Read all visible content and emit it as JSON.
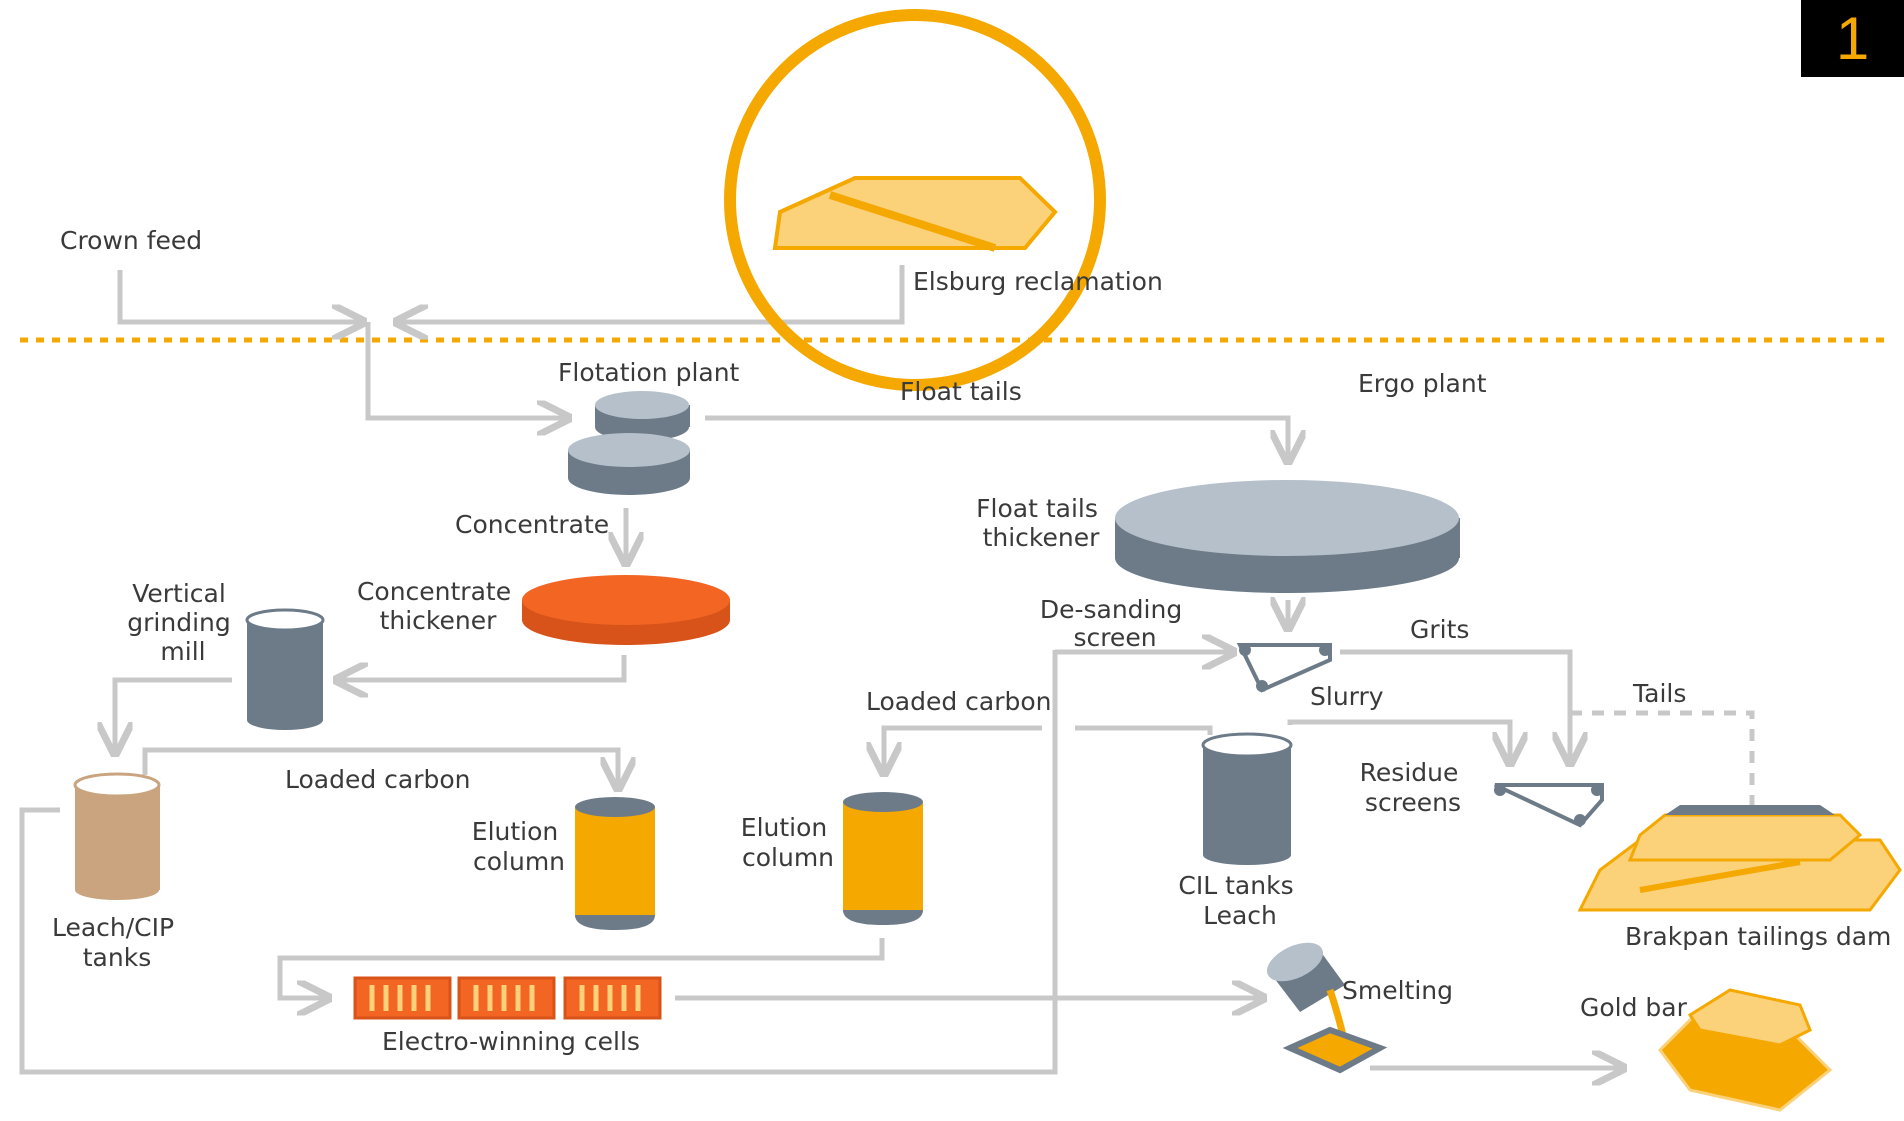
{
  "badge": "1",
  "labels": {
    "crown_feed": "Crown feed",
    "elsburg": "Elsburg reclamation",
    "flotation_plant": "Flotation plant",
    "float_tails": "Float tails",
    "ergo_plant": "Ergo plant",
    "concentrate": "Concentrate",
    "concentrate_thickener": [
      "Concentrate",
      "thickener"
    ],
    "vertical_mill": [
      "Vertical",
      "grinding",
      "mill"
    ],
    "float_tails_thickener": [
      "Float tails",
      "thickener"
    ],
    "desanding_screen": [
      "De-sanding",
      "screen"
    ],
    "grits": "Grits",
    "loaded_carbon_right": "Loaded carbon",
    "slurry": "Slurry",
    "tails": "Tails",
    "loaded_carbon_left": "Loaded carbon",
    "residue_screens": [
      "Residue",
      "screens"
    ],
    "elution_column_1": [
      "Elution",
      "column"
    ],
    "elution_column_2": [
      "Elution",
      "column"
    ],
    "cil_tanks": [
      "CIL tanks",
      "Leach"
    ],
    "leach_cip": [
      "Leach/CIP",
      "tanks"
    ],
    "brakpan": "Brakpan tailings dam",
    "smelting": "Smelting",
    "gold_bar": "Gold bar",
    "ewc": "Electro-winning cells"
  },
  "colors": {
    "flow_line": "#c8c8c8",
    "gold": "#f5a800",
    "gold_light": "#fbd17a",
    "orange": "#f26522",
    "steel": "#6d7b89",
    "steel_light": "#b5c0ca",
    "tan": "#c9a47e"
  }
}
